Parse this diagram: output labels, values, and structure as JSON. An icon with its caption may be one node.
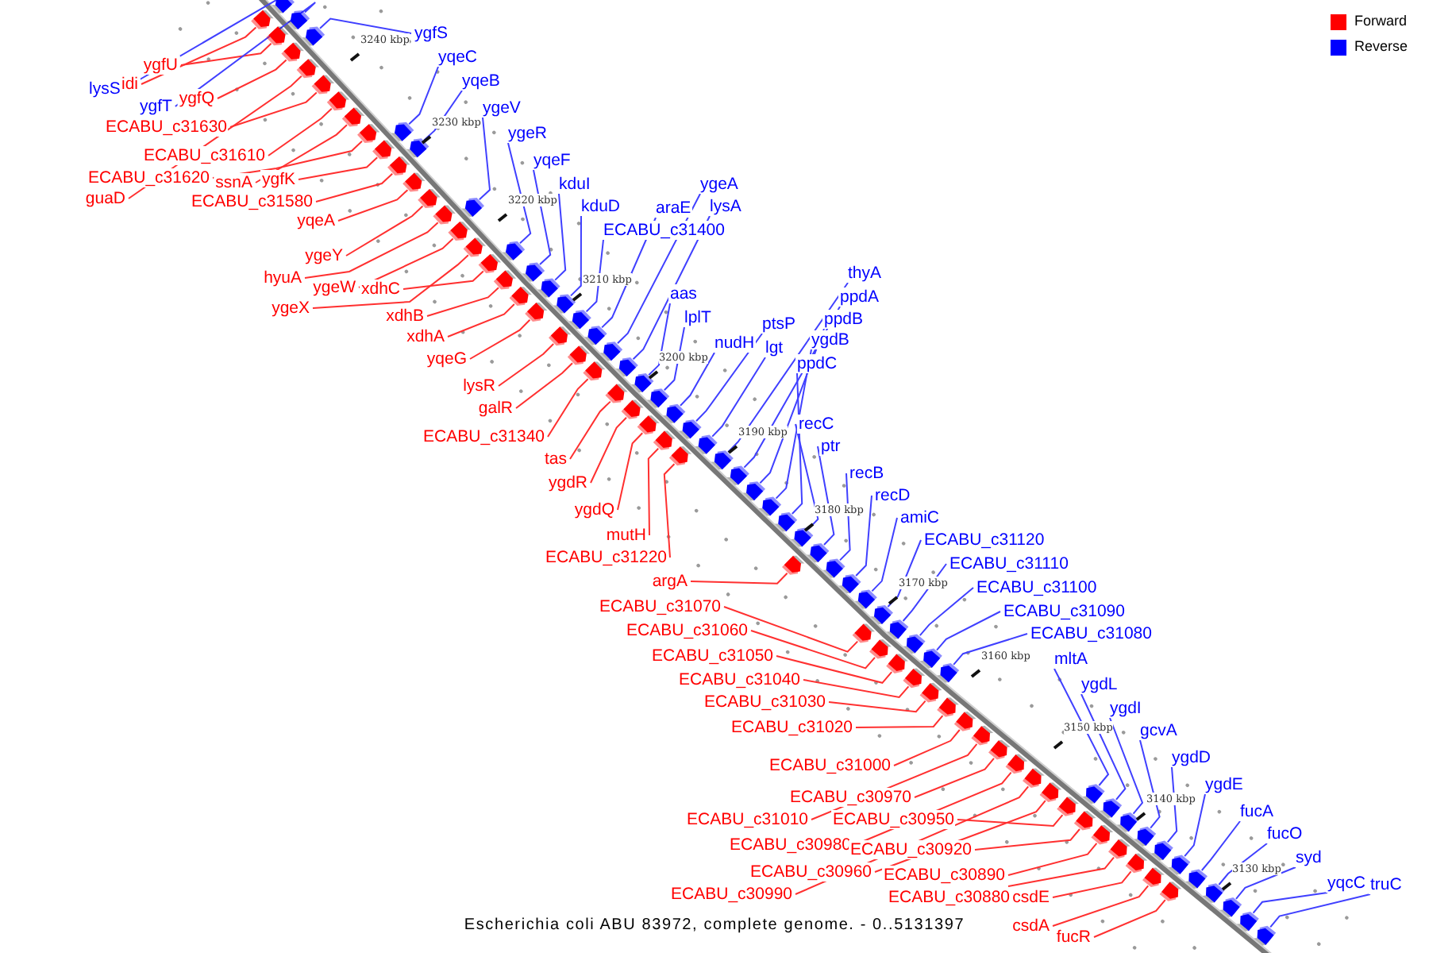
{
  "diagram": {
    "caption": "Escherichia coli ABU 83972, complete genome. - 0..5131397",
    "nodes": [
      {
        "text": [
          "ygfS"
        ]
      },
      {
        "text": [
          "lysS"
        ]
      },
      {
        "text": [
          "idi"
        ]
      },
      {
        "text": [
          "ygfU"
        ]
      },
      {
        "text": [
          "ygfT"
        ]
      },
      {
        "text": [
          "ygfQ"
        ]
      },
      {
        "text": [
          "ECABU_c31630"
        ]
      },
      {
        "text": [
          "ECABU_c31610"
        ]
      },
      {
        "text": [
          "ECABU_c31620"
        ]
      },
      {
        "text": [
          "guaD"
        ]
      },
      {
        "text": [
          "ssnA"
        ]
      },
      {
        "text": [
          "ygfK"
        ]
      },
      {
        "text": [
          "ECABU_c31580"
        ]
      },
      {
        "text": [
          "yqeA"
        ]
      },
      {
        "text": [
          "ygeY"
        ]
      },
      {
        "text": [
          "hyuA"
        ]
      },
      {
        "text": [
          "ygeW"
        ]
      },
      {
        "text": [
          "ygeX"
        ]
      },
      {
        "text": [
          "xdhC"
        ]
      },
      {
        "text": [
          "xdhB"
        ]
      },
      {
        "text": [
          "xdhA"
        ]
      },
      {
        "text": [
          "yqeG"
        ]
      },
      {
        "text": [
          "yqeC"
        ]
      },
      {
        "text": [
          "yqeB"
        ]
      },
      {
        "text": [
          "ygeV"
        ]
      },
      {
        "text": [
          "ygeR"
        ]
      },
      {
        "text": [
          "yqeF"
        ]
      },
      {
        "text": [
          "kduI"
        ]
      },
      {
        "text": [
          "kduD"
        ]
      },
      {
        "text": [
          "ECABU_c31400"
        ]
      },
      {
        "text": [
          "araE"
        ]
      },
      {
        "text": [
          "ygeA"
        ]
      },
      {
        "text": [
          "lysA"
        ]
      },
      {
        "text": [
          "aas"
        ]
      },
      {
        "text": [
          "lplT"
        ]
      },
      {
        "text": [
          "nudH"
        ]
      },
      {
        "text": [
          "ptsP"
        ]
      },
      {
        "text": [
          "lgt"
        ]
      },
      {
        "text": [
          "thyA"
        ]
      },
      {
        "text": [
          "ppdA"
        ]
      },
      {
        "text": [
          "ppdB"
        ]
      },
      {
        "text": [
          "ygdB"
        ]
      },
      {
        "text": [
          "ppdC"
        ]
      },
      {
        "text": [
          "recC"
        ]
      },
      {
        "text": [
          "ptr"
        ]
      },
      {
        "text": [
          "recB"
        ]
      },
      {
        "text": [
          "recD"
        ]
      },
      {
        "text": [
          "amiC"
        ]
      },
      {
        "text": [
          "ECABU_c31120"
        ]
      },
      {
        "text": [
          "ECABU_c31110"
        ]
      },
      {
        "text": [
          "ECABU_c31100"
        ]
      },
      {
        "text": [
          "ECABU_c31090"
        ]
      },
      {
        "text": [
          "ECABU_c31080"
        ]
      },
      {
        "text": [
          "mltA"
        ]
      },
      {
        "text": [
          "ygdL"
        ]
      },
      {
        "text": [
          "ygdI"
        ]
      },
      {
        "text": [
          "gcvA"
        ]
      },
      {
        "text": [
          "ygdD"
        ]
      },
      {
        "text": [
          "ygdE"
        ]
      },
      {
        "text": [
          "fucA"
        ]
      },
      {
        "text": [
          "fucO"
        ]
      },
      {
        "text": [
          "syd"
        ]
      },
      {
        "text": [
          "yqcC"
        ]
      },
      {
        "text": [
          "truC"
        ]
      },
      {
        "text": [
          "lysR"
        ]
      },
      {
        "text": [
          "galR"
        ]
      },
      {
        "text": [
          "ECABU_c31340"
        ]
      },
      {
        "text": [
          "tas"
        ]
      },
      {
        "text": [
          "ygdR"
        ]
      },
      {
        "text": [
          "ygdQ"
        ]
      },
      {
        "text": [
          "mutH"
        ]
      },
      {
        "text": [
          "ECABU_c31220"
        ]
      },
      {
        "text": [
          "argA"
        ]
      },
      {
        "text": [
          "ECABU_c31070"
        ]
      },
      {
        "text": [
          "ECABU_c31060"
        ]
      },
      {
        "text": [
          "ECABU_c31050"
        ]
      },
      {
        "text": [
          "ECABU_c31040"
        ]
      },
      {
        "text": [
          "ECABU_c31030"
        ]
      },
      {
        "text": [
          "ECABU_c31020"
        ]
      },
      {
        "text": [
          "ECABU_c31000"
        ]
      },
      {
        "text": [
          "ECABU_c30970"
        ]
      },
      {
        "text": [
          "ECABU_c31010"
        ]
      },
      {
        "text": [
          "ECABU_c30950"
        ]
      },
      {
        "text": [
          "ECABU_c30980"
        ]
      },
      {
        "text": [
          "ECABU_c30920"
        ]
      },
      {
        "text": [
          "ECABU_c30960"
        ]
      },
      {
        "text": [
          "ECABU_c30890"
        ]
      },
      {
        "text": [
          "ECABU_c30990"
        ]
      },
      {
        "text": [
          "ECABU_c30880"
        ]
      },
      {
        "text": [
          "csdE"
        ]
      },
      {
        "text": [
          "csdA"
        ]
      },
      {
        "text": [
          "fucR"
        ]
      },
      {
        "text": [],
        "shape": "arrow"
      },
      {
        "text": [],
        "shape": "arrow"
      },
      {
        "text": [],
        "shape": "arrow"
      },
      {
        "text": [],
        "shape": "arrow"
      },
      {
        "text": [],
        "shape": "arrow"
      },
      {
        "text": [],
        "shape": "arrow"
      },
      {
        "text": [],
        "shape": "arrow"
      },
      {
        "text": [],
        "shape": "arrow"
      },
      {
        "text": [],
        "shape": "arrow"
      },
      {
        "text": [],
        "shape": "arrow"
      },
      {
        "text": [],
        "shape": "arrow"
      },
      {
        "text": [],
        "shape": "arrow"
      },
      {
        "text": [],
        "shape": "arrow"
      },
      {
        "text": [],
        "shape": "arrow"
      },
      {
        "text": [],
        "shape": "arrow"
      },
      {
        "text": [],
        "shape": "arrow"
      },
      {
        "text": [],
        "shape": "arrow"
      },
      {
        "text": [],
        "shape": "arrow"
      },
      {
        "text": [],
        "shape": "arrow"
      },
      {
        "text": [],
        "shape": "arrow"
      },
      {
        "text": [],
        "shape": "arrow"
      },
      {
        "text": [],
        "shape": "arrow"
      },
      {
        "text": [],
        "shape": "arrow"
      },
      {
        "text": [],
        "shape": "arrow"
      },
      {
        "text": [],
        "shape": "arrow"
      },
      {
        "text": [],
        "shape": "arrow"
      },
      {
        "text": [],
        "shape": "arrow"
      },
      {
        "text": [],
        "shape": "arrow"
      },
      {
        "text": [],
        "shape": "arrow"
      },
      {
        "text": [],
        "shape": "arrow"
      },
      {
        "text": [],
        "shape": "arrow"
      },
      {
        "text": [],
        "shape": "arrow"
      },
      {
        "text": [],
        "shape": "arrow"
      },
      {
        "text": [],
        "shape": "arrow"
      },
      {
        "text": [],
        "shape": "arrow"
      },
      {
        "text": [],
        "shape": "arrow"
      },
      {
        "text": [],
        "shape": "arrow"
      },
      {
        "text": [],
        "shape": "arrow"
      },
      {
        "text": [],
        "shape": "arrow"
      },
      {
        "text": [],
        "shape": "arrow"
      },
      {
        "text": [],
        "shape": "arrow"
      },
      {
        "text": [],
        "shape": "arrow"
      },
      {
        "text": [],
        "shape": "arrow"
      },
      {
        "text": [],
        "shape": "arrow"
      },
      {
        "text": [],
        "shape": "arrow"
      },
      {
        "text": [],
        "shape": "arrow"
      },
      {
        "text": [],
        "shape": "arrow"
      },
      {
        "text": [],
        "shape": "arrow"
      },
      {
        "text": [],
        "shape": "arrow"
      },
      {
        "text": [],
        "shape": "arrow"
      },
      {
        "text": [],
        "shape": "arrow"
      },
      {
        "text": [],
        "shape": "arrow"
      },
      {
        "text": [],
        "shape": "arrow"
      },
      {
        "text": [],
        "shape": "arrow"
      },
      {
        "text": [],
        "shape": "arrow"
      },
      {
        "text": [],
        "shape": "arrow"
      },
      {
        "text": [],
        "shape": "arrow"
      },
      {
        "text": [],
        "shape": "arrow"
      },
      {
        "text": [],
        "shape": "arrow"
      },
      {
        "text": [],
        "shape": "arrow"
      },
      {
        "text": [],
        "shape": "arrow"
      },
      {
        "text": [],
        "shape": "arrow"
      },
      {
        "text": [],
        "shape": "arrow"
      },
      {
        "text": [],
        "shape": "arrow"
      },
      {
        "text": [],
        "shape": "arrow"
      },
      {
        "text": [],
        "shape": "arrow"
      },
      {
        "text": [],
        "shape": "arrow"
      },
      {
        "text": [],
        "shape": "arrow"
      },
      {
        "text": [],
        "shape": "arrow"
      },
      {
        "text": [],
        "shape": "arrow"
      },
      {
        "text": [],
        "shape": "arrow"
      },
      {
        "text": [],
        "shape": "arrow"
      },
      {
        "text": [],
        "shape": "arrow"
      },
      {
        "text": [],
        "shape": "arrow"
      },
      {
        "text": [],
        "shape": "arrow"
      },
      {
        "text": [],
        "shape": "arrow"
      },
      {
        "text": [],
        "shape": "arrow"
      },
      {
        "text": [],
        "shape": "arrow"
      },
      {
        "text": [],
        "shape": "arrow"
      },
      {
        "text": [],
        "shape": "arrow"
      },
      {
        "text": [],
        "shape": "arrow"
      },
      {
        "text": [],
        "shape": "arrow"
      },
      {
        "text": [],
        "shape": "arrow"
      },
      {
        "text": [],
        "shape": "arrow"
      },
      {
        "text": [],
        "shape": "arrow"
      },
      {
        "text": [],
        "shape": "arrow"
      },
      {
        "text": [],
        "shape": "arrow"
      },
      {
        "text": [],
        "shape": "arrow"
      },
      {
        "text": [],
        "shape": "arrow"
      },
      {
        "text": [],
        "shape": "arrow"
      },
      {
        "text": [],
        "shape": "arrow"
      },
      {
        "text": [],
        "shape": "arrow"
      }
    ],
    "edges": [
      {
        "from": 0,
        "to": 92,
        "arrow": "none",
        "color": "#4040ff"
      },
      {
        "from": 1,
        "to": 93,
        "arrow": "none",
        "color": "#4040ff"
      },
      {
        "from": 2,
        "to": 94,
        "arrow": "none"
      },
      {
        "from": 3,
        "to": 95,
        "arrow": "none"
      },
      {
        "from": 4,
        "to": 96,
        "arrow": "none",
        "color": "#4040ff"
      },
      {
        "from": 5,
        "to": 97,
        "arrow": "none"
      },
      {
        "from": 6,
        "to": 98,
        "arrow": "none"
      },
      {
        "from": 7,
        "to": 99,
        "arrow": "none"
      },
      {
        "from": 8,
        "to": 100,
        "arrow": "none"
      },
      {
        "from": 9,
        "to": 101,
        "arrow": "none"
      },
      {
        "from": 10,
        "to": 102,
        "arrow": "none"
      },
      {
        "from": 11,
        "to": 103,
        "arrow": "none"
      },
      {
        "from": 12,
        "to": 104,
        "arrow": "none"
      },
      {
        "from": 13,
        "to": 105,
        "arrow": "none"
      },
      {
        "from": 14,
        "to": 106,
        "arrow": "none"
      },
      {
        "from": 15,
        "to": 107,
        "arrow": "none"
      },
      {
        "from": 16,
        "to": 108,
        "arrow": "none"
      },
      {
        "from": 17,
        "to": 109,
        "arrow": "none"
      },
      {
        "from": 18,
        "to": 110,
        "arrow": "none"
      },
      {
        "from": 19,
        "to": 111,
        "arrow": "none"
      },
      {
        "from": 20,
        "to": 112,
        "arrow": "none"
      },
      {
        "from": 21,
        "to": 113,
        "arrow": "none"
      },
      {
        "from": 22,
        "to": 114,
        "arrow": "none",
        "color": "#4040ff"
      },
      {
        "from": 23,
        "to": 115,
        "arrow": "none",
        "color": "#4040ff"
      },
      {
        "from": 24,
        "to": 116,
        "arrow": "none",
        "color": "#4040ff"
      },
      {
        "from": 25,
        "to": 117,
        "arrow": "none",
        "color": "#4040ff"
      },
      {
        "from": 26,
        "to": 118,
        "arrow": "none",
        "color": "#4040ff"
      },
      {
        "from": 27,
        "to": 119,
        "arrow": "none",
        "color": "#4040ff"
      },
      {
        "from": 28,
        "to": 120,
        "arrow": "none",
        "color": "#4040ff"
      },
      {
        "from": 29,
        "to": 121,
        "arrow": "none",
        "color": "#4040ff"
      },
      {
        "from": 30,
        "to": 122,
        "arrow": "none",
        "color": "#4040ff"
      },
      {
        "from": 31,
        "to": 123,
        "arrow": "none",
        "color": "#4040ff"
      },
      {
        "from": 32,
        "to": 124,
        "arrow": "none",
        "color": "#4040ff"
      },
      {
        "from": 33,
        "to": 125,
        "arrow": "none",
        "color": "#4040ff"
      },
      {
        "from": 34,
        "to": 126,
        "arrow": "none",
        "color": "#4040ff"
      },
      {
        "from": 35,
        "to": 127,
        "arrow": "none",
        "color": "#4040ff"
      },
      {
        "from": 36,
        "to": 128,
        "arrow": "none",
        "color": "#4040ff"
      },
      {
        "from": 37,
        "to": 129,
        "arrow": "none",
        "color": "#4040ff"
      },
      {
        "from": 38,
        "to": 130,
        "arrow": "none",
        "color": "#4040ff"
      },
      {
        "from": 39,
        "to": 131,
        "arrow": "none",
        "color": "#4040ff"
      },
      {
        "from": 40,
        "to": 132,
        "arrow": "none",
        "color": "#4040ff"
      },
      {
        "from": 41,
        "to": 133,
        "arrow": "none",
        "color": "#4040ff"
      },
      {
        "from": 42,
        "to": 134,
        "arrow": "none",
        "color": "#4040ff"
      },
      {
        "from": 43,
        "to": 135,
        "arrow": "none",
        "color": "#4040ff"
      },
      {
        "from": 44,
        "to": 136,
        "arrow": "none",
        "color": "#4040ff"
      },
      {
        "from": 45,
        "to": 137,
        "arrow": "none",
        "color": "#4040ff"
      },
      {
        "from": 46,
        "to": 138,
        "arrow": "none",
        "color": "#4040ff"
      },
      {
        "from": 47,
        "to": 139,
        "arrow": "none",
        "color": "#4040ff"
      },
      {
        "from": 48,
        "to": 140,
        "arrow": "none",
        "color": "#4040ff"
      },
      {
        "from": 49,
        "to": 141,
        "arrow": "none",
        "color": "#4040ff"
      },
      {
        "from": 50,
        "to": 142,
        "arrow": "none",
        "color": "#4040ff"
      },
      {
        "from": 51,
        "to": 143,
        "arrow": "none",
        "color": "#4040ff"
      },
      {
        "from": 52,
        "to": 144,
        "arrow": "none",
        "color": "#4040ff"
      },
      {
        "from": 53,
        "to": 145,
        "arrow": "none",
        "color": "#4040ff"
      },
      {
        "from": 54,
        "to": 146,
        "arrow": "none",
        "color": "#4040ff"
      },
      {
        "from": 55,
        "to": 147,
        "arrow": "none",
        "color": "#4040ff"
      },
      {
        "from": 56,
        "to": 148,
        "arrow": "none",
        "color": "#4040ff"
      },
      {
        "from": 57,
        "to": 149,
        "arrow": "none",
        "color": "#4040ff"
      },
      {
        "from": 58,
        "to": 150,
        "arrow": "none",
        "color": "#4040ff"
      },
      {
        "from": 59,
        "to": 151,
        "arrow": "none",
        "color": "#4040ff"
      },
      {
        "from": 60,
        "to": 152,
        "arrow": "none",
        "color": "#4040ff"
      },
      {
        "from": 61,
        "to": 153,
        "arrow": "none",
        "color": "#4040ff"
      },
      {
        "from": 62,
        "to": 154,
        "arrow": "none",
        "color": "#4040ff"
      },
      {
        "from": 63,
        "to": 155,
        "arrow": "none",
        "color": "#4040ff"
      },
      {
        "from": 64,
        "to": 156,
        "arrow": "none"
      },
      {
        "from": 65,
        "to": 157,
        "arrow": "none"
      },
      {
        "from": 66,
        "to": 158,
        "arrow": "none"
      },
      {
        "from": 67,
        "to": 159,
        "arrow": "none"
      },
      {
        "from": 68,
        "to": 160,
        "arrow": "none"
      },
      {
        "from": 69,
        "to": 161,
        "arrow": "none"
      },
      {
        "from": 70,
        "to": 162,
        "arrow": "none"
      },
      {
        "from": 71,
        "to": 163,
        "arrow": "none"
      },
      {
        "from": 72,
        "to": 164,
        "arrow": "none"
      },
      {
        "from": 73,
        "to": 165,
        "arrow": "none"
      },
      {
        "from": 74,
        "to": 166,
        "arrow": "none"
      },
      {
        "from": 75,
        "to": 167,
        "arrow": "none"
      },
      {
        "from": 76,
        "to": 168,
        "arrow": "none"
      },
      {
        "from": 77,
        "to": 169,
        "arrow": "none"
      },
      {
        "from": 78,
        "to": 170,
        "arrow": "none"
      },
      {
        "from": 79,
        "to": 171,
        "arrow": "none"
      },
      {
        "from": 80,
        "to": 172,
        "arrow": "none"
      },
      {
        "from": 81,
        "to": 173,
        "arrow": "none"
      },
      {
        "from": 82,
        "to": 174,
        "arrow": "none"
      },
      {
        "from": 83,
        "to": 175,
        "arrow": "none"
      },
      {
        "from": 84,
        "to": 176,
        "arrow": "none"
      },
      {
        "from": 85,
        "to": 177,
        "arrow": "none"
      },
      {
        "from": 86,
        "to": 178,
        "arrow": "none"
      },
      {
        "from": 87,
        "to": 179,
        "arrow": "none"
      },
      {
        "from": 88,
        "to": 180,
        "arrow": "none"
      },
      {
        "from": 89,
        "to": 181,
        "arrow": "none"
      },
      {
        "from": 90,
        "to": 182,
        "arrow": "none"
      },
      {
        "from": 91,
        "to": 183,
        "arrow": "none"
      }
    ],
    "labels": [
      "3240 kbp",
      "3230 kbp",
      "3220 kbp",
      "3210 kbp",
      "3200 kbp",
      "3190 kbp",
      "3180 kbp",
      "3170 kbp",
      "3160 kbp",
      "3150 kbp",
      "3140 kbp",
      "3130 kbp"
    ],
    "legend": [
      {
        "text": "Forward",
        "color": "#ff0000"
      },
      {
        "text": "Reverse",
        "color": "#0000ff"
      }
    ]
  }
}
